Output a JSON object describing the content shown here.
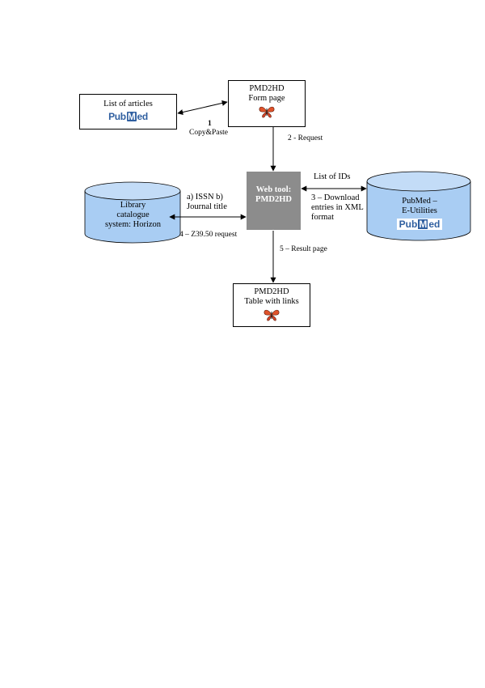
{
  "diagram": {
    "nodes": {
      "list_of_articles": {
        "label": "List of articles",
        "logo": "PubMed"
      },
      "form_page": {
        "title": "PMD2HD",
        "subtitle": "Form page",
        "icon": "butterfly-icon"
      },
      "web_tool": {
        "line1": "Web tool:",
        "line2": "PMD2HD"
      },
      "library": {
        "line1": "Library",
        "line2": "catalogue",
        "line3": "system: Horizon"
      },
      "pubmed_db": {
        "line1": "PubMed –",
        "line2": "E-Utilities",
        "logo": "PubMed"
      },
      "result_page": {
        "title": "PMD2HD",
        "subtitle": "Table with links",
        "icon": "butterfly-icon"
      }
    },
    "edges": {
      "step1": {
        "number": "1",
        "label": "Copy&Paste"
      },
      "step2": {
        "label": "2 - Request"
      },
      "step3": {
        "top_label": "List of IDs",
        "label": "3 – Download entries in XML format"
      },
      "step4": {
        "query": "a) ISSN b) Journal title",
        "label": "4 – Z39.50 request"
      },
      "step5": {
        "label": "5 – Result page"
      }
    },
    "colors": {
      "cylinder_fill": "#a9cdf3",
      "cylinder_top": "#c3dcf7",
      "webtool_fill": "#8c8c8c",
      "pubmed_blue": "#2f5fa0",
      "butterfly_orange": "#e0532b"
    }
  }
}
